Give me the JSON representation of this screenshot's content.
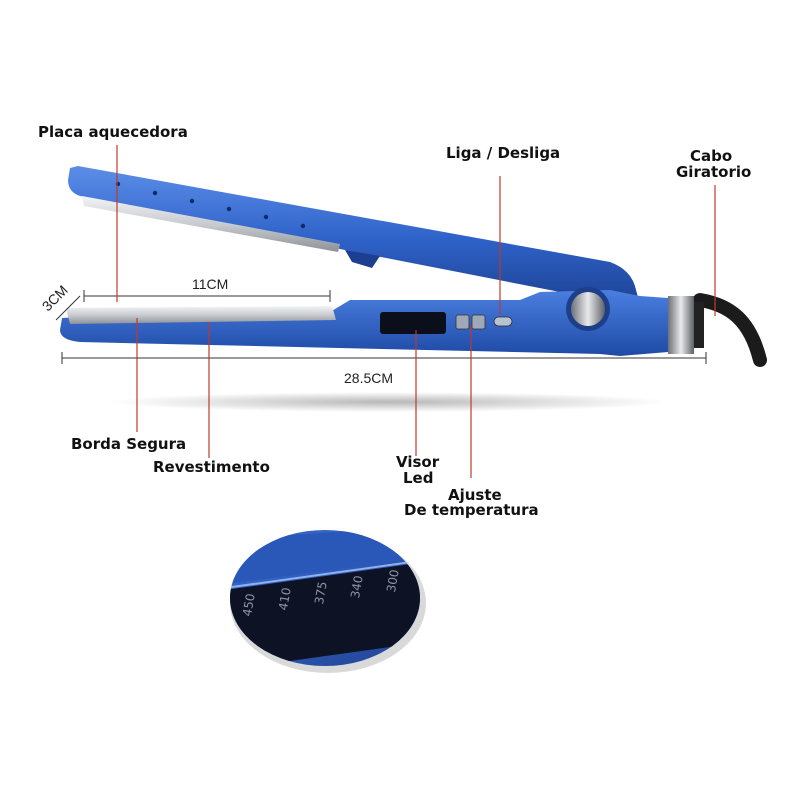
{
  "labels": {
    "placa": "Placa aquecedora",
    "liga": "Liga / Desliga",
    "cabo_line1": "Cabo",
    "cabo_line2": "Giratorio",
    "borda": "Borda Segura",
    "revestimento": "Revestimento",
    "visor_line1": "Visor",
    "visor_line2": "Led",
    "ajuste_line1": "Ajuste",
    "ajuste_line2": "De temperatura"
  },
  "dimensions": {
    "width_plate": "3CM",
    "length_plate": "11CM",
    "total_length": "28.5CM"
  },
  "temperature_scale": [
    "450",
    "410",
    "375",
    "340",
    "300"
  ],
  "colors": {
    "body_blue": "#2f63c9",
    "body_dark": "#1c3f8f",
    "leader_red": "#c0392b",
    "plate_silver": "#d7d9dc"
  }
}
